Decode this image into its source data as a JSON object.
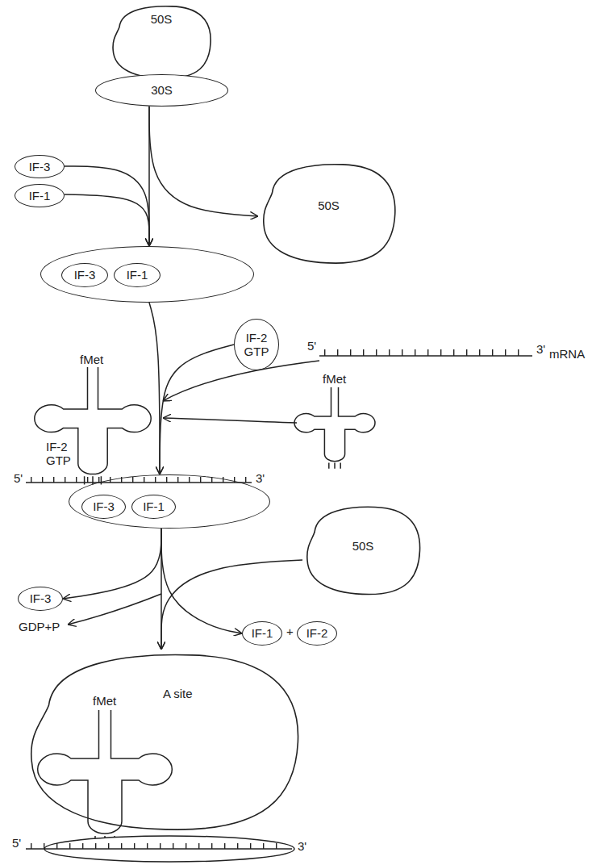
{
  "diagram": {
    "nodes": [
      {
        "text": [
          "50S"
        ]
      },
      {
        "text": [
          "30S"
        ]
      },
      {
        "text": [
          "IF-3"
        ]
      },
      {
        "text": [
          "IF-1"
        ]
      },
      {
        "text": [
          "50S"
        ]
      },
      {
        "text": []
      },
      {
        "text": [
          "IF-3"
        ],
        "in": 5
      },
      {
        "text": [
          "IF-1"
        ],
        "in": 5
      },
      {
        "text": [
          "IF-2 GTP"
        ]
      },
      {
        "text": []
      },
      {
        "text": [
          "IF-3"
        ],
        "in": 9
      },
      {
        "text": [
          "IF-1"
        ],
        "in": 9
      },
      {
        "text": [
          "50S"
        ]
      },
      {
        "text": [
          "IF-3"
        ]
      },
      {
        "text": [
          "IF-1"
        ]
      },
      {
        "text": [
          "IF-2"
        ]
      },
      {
        "text": [
          "A site"
        ]
      }
    ],
    "edges": [
      {
        "from": 1,
        "to": 5,
        "arrow": "to"
      },
      {
        "from": 1,
        "to": 4,
        "arrow": "to"
      },
      {
        "from": 2,
        "to": 5,
        "arrow": "to"
      },
      {
        "from": 3,
        "to": 5,
        "arrow": "to"
      },
      {
        "from": 5,
        "to": 9,
        "arrow": "to"
      },
      {
        "from": 8,
        "to": 9,
        "arrow": "to"
      },
      {
        "from": 9,
        "to": 16,
        "arrow": "to"
      },
      {
        "from": 12,
        "to": 16,
        "arrow": "to"
      },
      {
        "from": 9,
        "to": 13,
        "arrow": "to"
      },
      {
        "from": 9,
        "to": 14,
        "arrow": "to"
      }
    ],
    "labels": [
      "5'",
      "3'",
      "mRNA",
      "fMet",
      "fMet",
      "IF-2 GTP",
      "5'",
      "3'",
      "GDP+P",
      "+",
      "fMet",
      "5'",
      "3'"
    ]
  }
}
